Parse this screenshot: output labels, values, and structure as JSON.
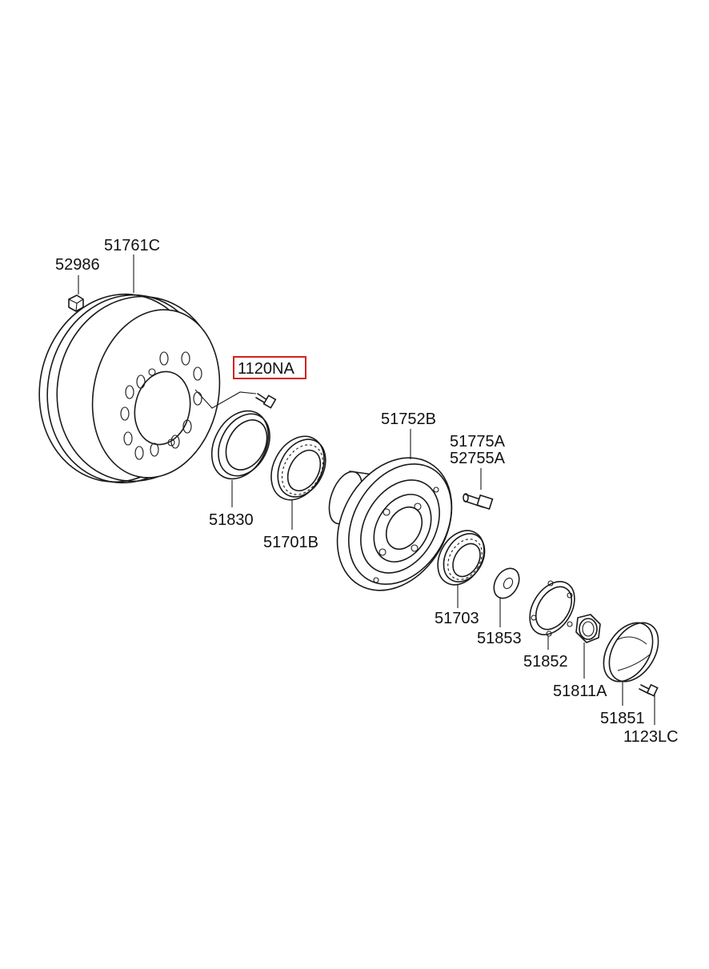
{
  "diagram": {
    "labels": {
      "p52986": "52986",
      "p51761C": "51761C",
      "p1120NA": "1120NA",
      "p51830": "51830",
      "p51701B": "51701B",
      "p51752B": "51752B",
      "p51775A": "51775A",
      "p52755A": "52755A",
      "p51703": "51703",
      "p51853": "51853",
      "p51852": "51852",
      "p51811A": "51811A",
      "p51851": "51851",
      "p1123LC": "1123LC"
    },
    "highlighted_part": "1120NA",
    "highlight_color": "#d42020"
  }
}
